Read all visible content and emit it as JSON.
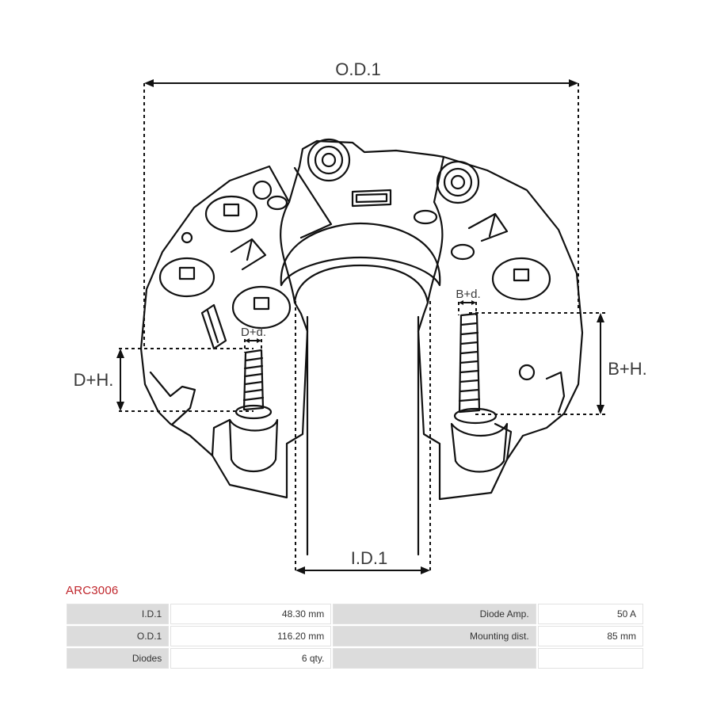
{
  "drawing": {
    "dimensions": {
      "od": "O.D.1",
      "id": "I.D.1",
      "dh": "D+H.",
      "bh": "B+H.",
      "dd": "D+d.",
      "bd": "B+d."
    }
  },
  "part_code": "ARC3006",
  "specs": {
    "rows": [
      [
        {
          "label": "I.D.1",
          "value": "48.30 mm"
        },
        {
          "label": "Diode Amp.",
          "value": "50 A"
        }
      ],
      [
        {
          "label": "O.D.1",
          "value": "116.20 mm"
        },
        {
          "label": "Mounting dist.",
          "value": "85 mm"
        }
      ],
      [
        {
          "label": "Diodes",
          "value": "6 qty."
        },
        {
          "label": "",
          "value": ""
        }
      ]
    ]
  },
  "colors": {
    "part_code": "#c0262c",
    "label_cell": "#dcdcdc",
    "line": "#111111"
  }
}
